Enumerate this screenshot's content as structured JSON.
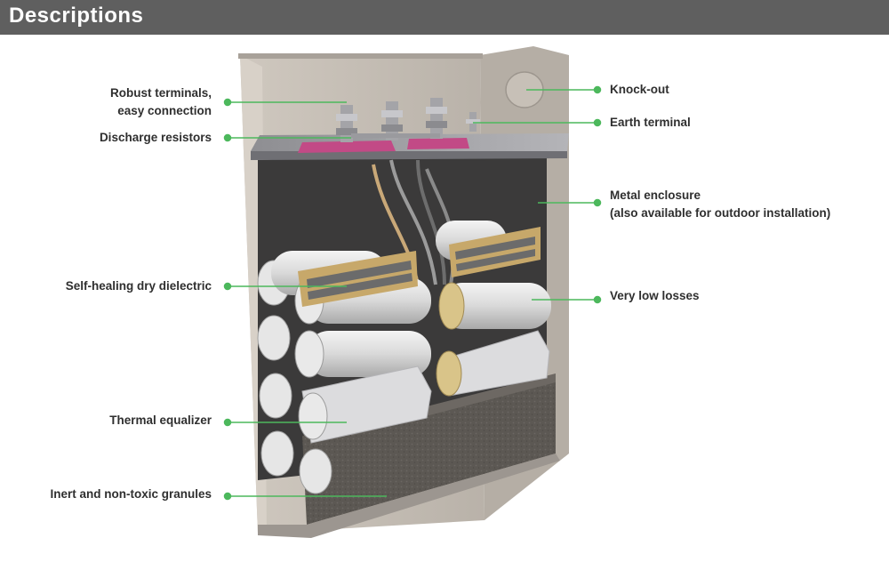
{
  "header": {
    "title": "Descriptions"
  },
  "colors": {
    "header_bg": "#5f5f5f",
    "leader_line": "#4cb85c",
    "text": "#2f2f2f"
  },
  "callouts": {
    "robust_terminals": [
      "Robust terminals,",
      "easy connection"
    ],
    "discharge_resistors": "Discharge resistors",
    "self_healing": "Self-healing dry dielectric",
    "thermal_equalizer": "Thermal equalizer",
    "granules": "Inert and non-toxic granules",
    "knock_out": "Knock-out",
    "earth_terminal": "Earth terminal",
    "metal_enclosure": [
      "Metal enclosure",
      "(also available for outdoor installation)"
    ],
    "very_low_losses": "Very low losses"
  }
}
